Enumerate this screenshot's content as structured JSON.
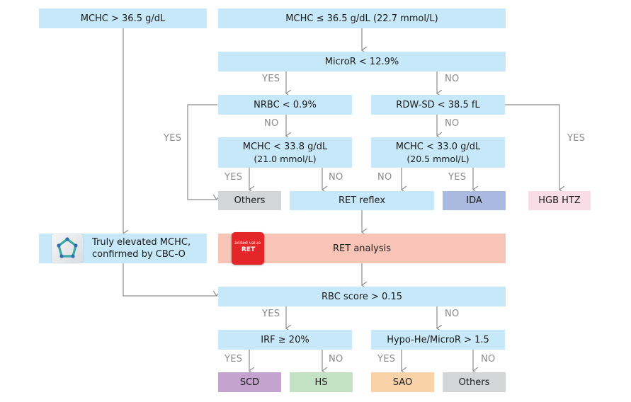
{
  "nodes": {
    "mchc_high": "MCHC > 36.5 g/dL",
    "mchc_low": "MCHC ≤ 36.5 g/dL",
    "mchc_low_sub": "(22.7 mmol/L)",
    "micror": "MicroR < 12.9%",
    "nrbc": "NRBC < 0.9%",
    "rdwsd": "RDW-SD < 38.5 fL",
    "mchc338": "MCHC < 33.8 g/dL",
    "mchc338_sub": "(21.0 mmol/L)",
    "mchc330": "MCHC < 33.0 g/dL",
    "mchc330_sub": "(20.5 mmol/L)",
    "others1": "Others",
    "ret_reflex": "RET reflex",
    "ida": "IDA",
    "hgb_htz": "HGB HTZ",
    "truly_line1": "Truly elevated MCHC,",
    "truly_line2": "confirmed by CBC-O",
    "ret_analysis": "RET analysis",
    "badge_small": "added value",
    "badge_big": "RET",
    "rbc_score": "RBC score > 0.15",
    "irf": "IRF ≥ 20%",
    "hypo": "Hypo-He/MicroR > 1.5",
    "scd": "SCD",
    "hs": "HS",
    "sao": "SAO",
    "others2": "Others"
  },
  "labels": {
    "yes": "YES",
    "no": "NO"
  },
  "colors": {
    "blue_box": "#c7e8f8",
    "grey_box": "#d4d5d7",
    "ida": "#a9b9e0",
    "hgb_htz": "#f9dde6",
    "ret_analysis": "#f9c4b8",
    "scd": "#c5a3cf",
    "hs": "#c3e2c3",
    "sao": "#f8d2a9",
    "badge_red": "#e52629",
    "line": "#8c8c8c"
  },
  "icons": {
    "cbco": "pentagon-network-icon",
    "ret_badge": "ret-badge-icon"
  }
}
